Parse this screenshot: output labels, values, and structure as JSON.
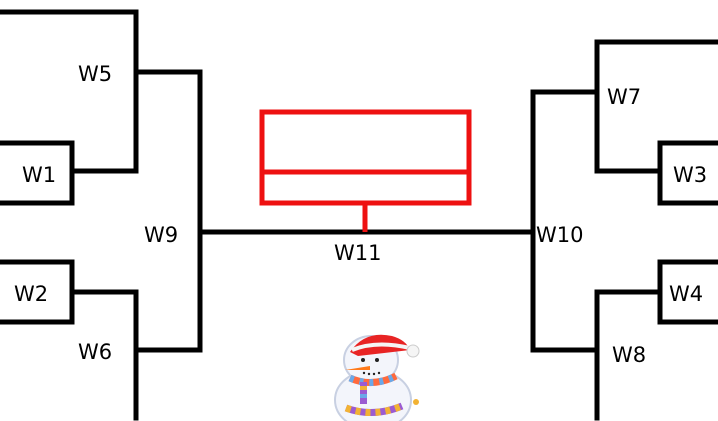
{
  "labels": {
    "w1": "W1",
    "w2": "W2",
    "w3": "W3",
    "w4": "W4",
    "w5": "W5",
    "w6": "W6",
    "w7": "W7",
    "w8": "W8",
    "w9": "W9",
    "w10": "W10",
    "w11": "W11"
  },
  "colors": {
    "bracket_line": "#000000",
    "trophy_box": "#ee1111"
  },
  "decoration": {
    "icon": "snowman-icon"
  }
}
